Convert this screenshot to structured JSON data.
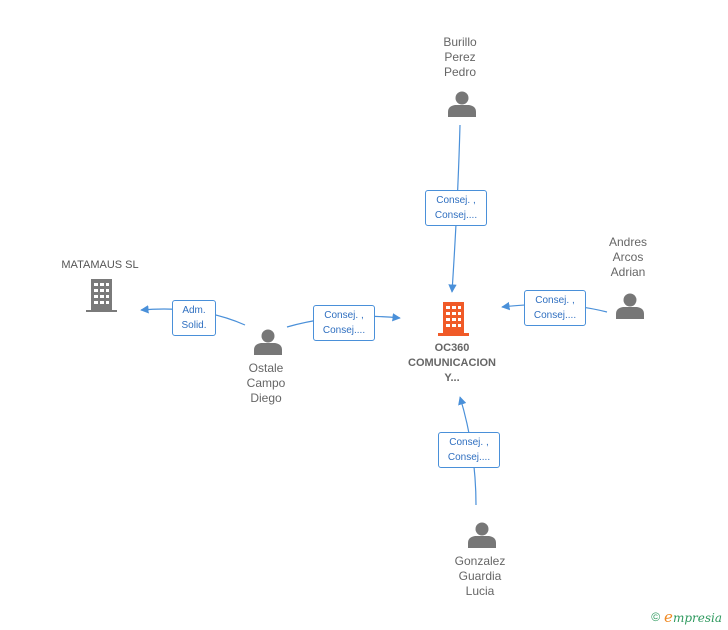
{
  "nodes": {
    "center": {
      "label": "OC360\nCOMUNICACION\nY...",
      "color": "#f05a28"
    },
    "matamaus": {
      "label": "MATAMAUS  SL",
      "color": "#7a7a7a"
    },
    "burillo": {
      "label": "Burillo\nPerez\nPedro"
    },
    "andres": {
      "label": "Andres\nArcos\nAdrian"
    },
    "ostale": {
      "label": "Ostale\nCampo\nDiego"
    },
    "gonzalez": {
      "label": "Gonzalez\nGuardia\nLucia"
    }
  },
  "edges": {
    "burillo_center": "Consej. ,\nConsej....",
    "andres_center": "Consej. ,\nConsej....",
    "ostale_center": "Consej. ,\nConsej....",
    "gonzalez_center": "Consej. ,\nConsej....",
    "ostale_matamaus": "Adm.\nSolid."
  },
  "colors": {
    "edge": "#4a90d9",
    "person": "#777777"
  },
  "footer": {
    "copyright": "©",
    "brand_e": "e",
    "brand_rest": "mpresia"
  }
}
